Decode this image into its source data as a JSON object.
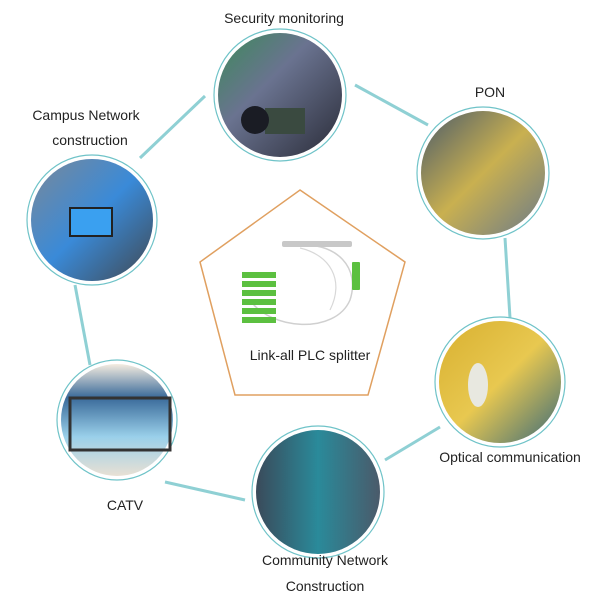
{
  "center": {
    "label": "Link-all PLC splitter"
  },
  "nodes": [
    {
      "id": "security",
      "label": "Security monitoring"
    },
    {
      "id": "pon",
      "label": "PON"
    },
    {
      "id": "optical",
      "label": "Optical communication"
    },
    {
      "id": "community",
      "label_line1": "Community Network",
      "label_line2": "Construction"
    },
    {
      "id": "catv",
      "label": "CATV"
    },
    {
      "id": "campus",
      "label_line1": "Campus Network",
      "label_line2": "construction"
    }
  ],
  "colors": {
    "ring": "#6fc3c8",
    "connector": "#8fd0d4",
    "pentagon": "#e0a060"
  }
}
